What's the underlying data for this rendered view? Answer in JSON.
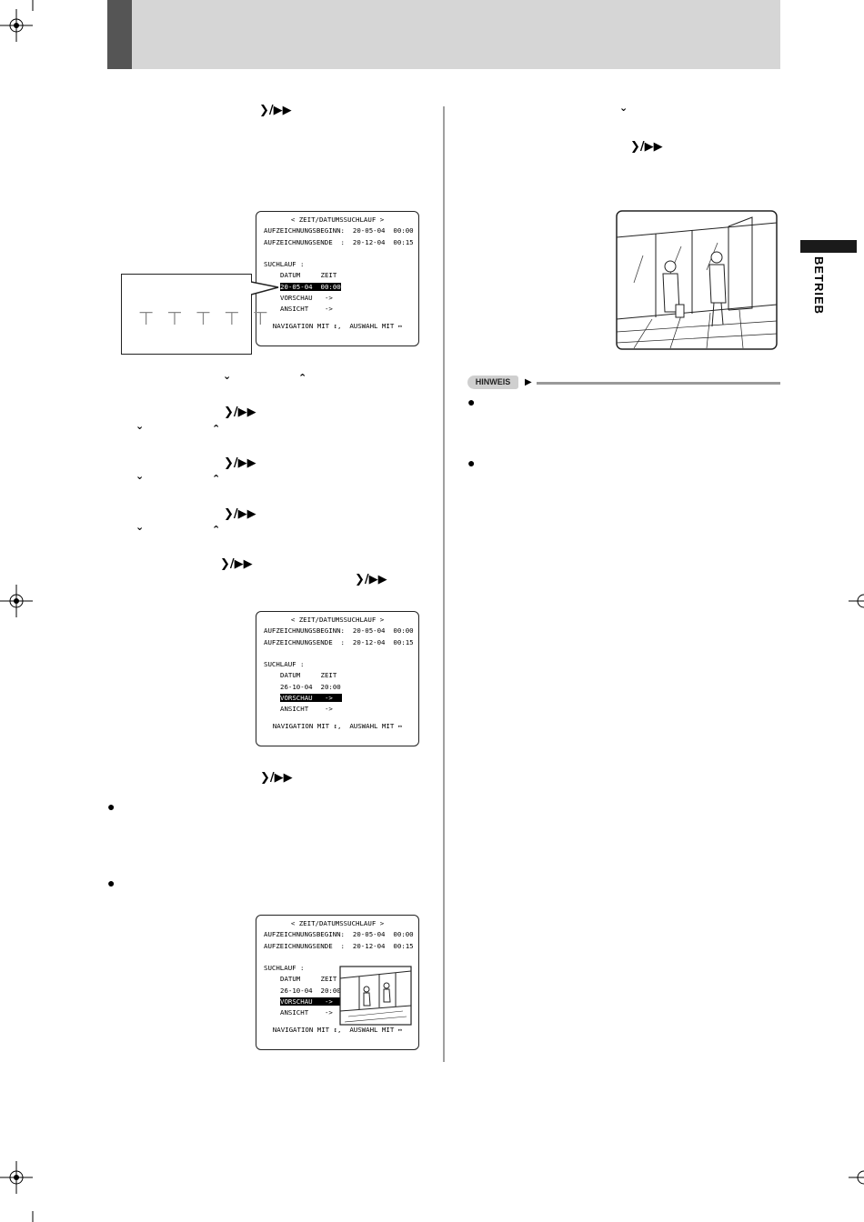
{
  "side_tab": {
    "label": "BETRIEB"
  },
  "hinweis": {
    "label": "HINWEIS"
  },
  "buttons": {
    "skip": "❯/▶▶",
    "down": "⌄",
    "up": "⌃"
  },
  "screen1": {
    "title": "< ZEIT/DATUMSSUCHLAUF >",
    "rec_start": "AUFZEICHNUNGSBEGINN:  20-05-04  00:00",
    "rec_end": "AUFZEICHNUNGSENDE  :  20-12-04  00:15",
    "suchlauf": "SUCHLAUF :",
    "col_headers": "DATUM     ZEIT",
    "datetime": "20-05-04  00:00",
    "vorschau": "VORSCHAU   ->",
    "ansicht": "ANSICHT    ->",
    "nav": "NAVIGATION MIT ↕,  AUSWAHL MIT ↔"
  },
  "screen2": {
    "title": "< ZEIT/DATUMSSUCHLAUF >",
    "rec_start": "AUFZEICHNUNGSBEGINN:  20-05-04  00:00",
    "rec_end": "AUFZEICHNUNGSENDE  :  20-12-04  00:15",
    "suchlauf": "SUCHLAUF :",
    "col_headers": "DATUM     ZEIT",
    "datetime": "26-10-04  20:00",
    "vorschau": "VORSCHAU   ->",
    "ansicht": "ANSICHT    ->",
    "nav": "NAVIGATION MIT ↕,  AUSWAHL MIT ↔"
  },
  "screen3": {
    "title": "< ZEIT/DATUMSSUCHLAUF >",
    "rec_start": "AUFZEICHNUNGSBEGINN:  20-05-04  00:00",
    "rec_end": "AUFZEICHNUNGSENDE  :  20-12-04  00:15",
    "suchlauf": "SUCHLAUF :",
    "col_headers": "DATUM     ZEIT",
    "datetime": "26-10-04  20:00",
    "vorschau": "VORSCHAU   ->",
    "ansicht": "ANSICHT    ->",
    "nav": "NAVIGATION MIT ↕,  AUSWAHL MIT ↔"
  },
  "callout": {
    "chars": [
      "⊤",
      "⊤",
      "⊤",
      "⊤",
      "⊤"
    ]
  }
}
